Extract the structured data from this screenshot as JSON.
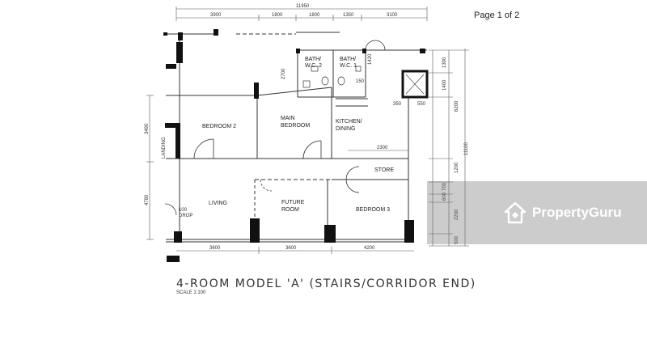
{
  "header": {
    "page_indicator": "Page 1 of 2"
  },
  "plan": {
    "title": "4-ROOM MODEL 'A' (STAIRS/CORRIDOR END)",
    "scale": "SCALE 1:100",
    "rooms": {
      "bedroom2": "BEDROOM 2",
      "main_bedroom_1": "MAIN",
      "main_bedroom_2": "BEDROOM",
      "kitchen_1": "KITCHEN/",
      "kitchen_2": "DINING",
      "bath2_1": "BATH/",
      "bath2_2": "W.C. 2",
      "bath1_1": "BATH/",
      "bath1_2": "W.C. 1",
      "store": "STORE",
      "living": "LIVING",
      "future_1": "FUTURE",
      "future_2": "ROOM",
      "bedroom3": "BEDROOM 3",
      "landing": "LANDING",
      "drop_1": "100",
      "drop_2": "DROP"
    },
    "dimensions": {
      "overall_top": "11950",
      "top_1": "3900",
      "top_2": "1800",
      "top_3": "1800",
      "top_4": "1350",
      "top_5": "3100",
      "bottom_1": "3600",
      "bottom_2": "3600",
      "bottom_3": "4200",
      "left_1": "3490",
      "left_2": "4780",
      "right_1": "1300",
      "right_2": "1400",
      "right_3": "6200",
      "right_4": "1200",
      "right_5": "700",
      "right_6": "600",
      "right_7": "2200",
      "right_8": "500",
      "overall_right": "11100",
      "kitchen_depth": "2700",
      "bath_1": "1420",
      "bath_2": "150",
      "small_1": "350",
      "small_2": "550",
      "store_width": "2300"
    }
  },
  "watermark": {
    "brand": "PropertyGuru"
  }
}
